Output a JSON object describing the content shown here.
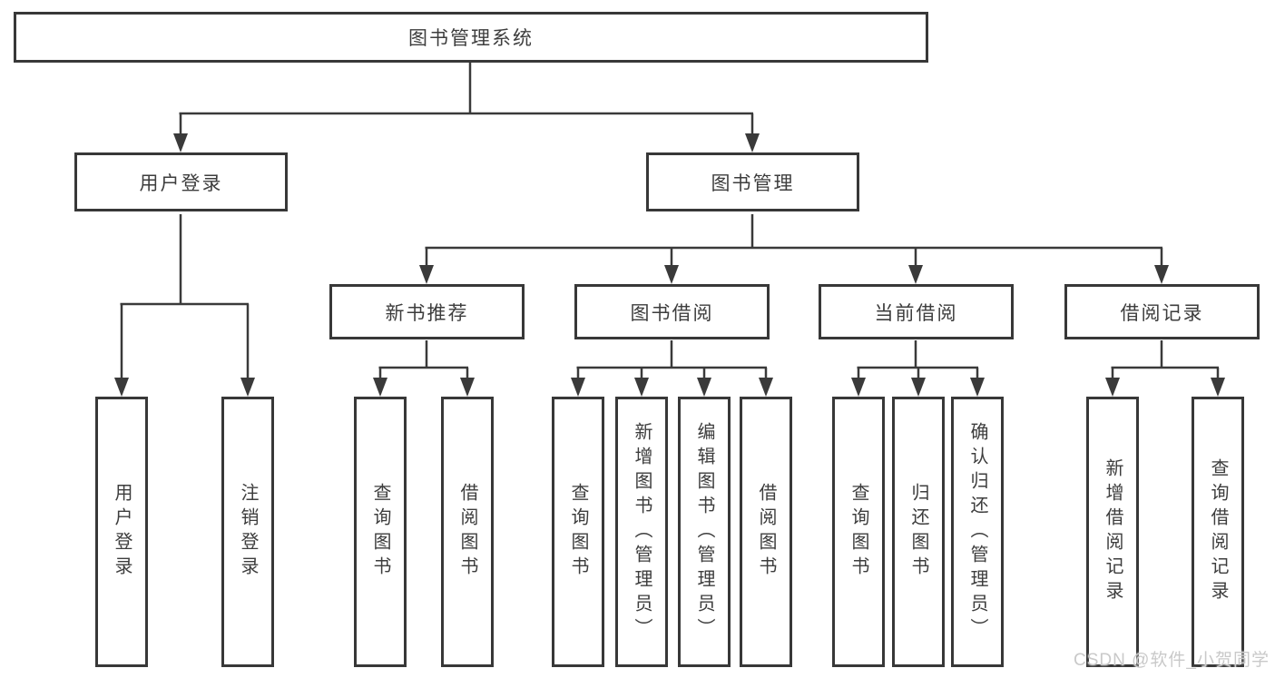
{
  "diagram": {
    "root": {
      "label": "图书管理系统"
    },
    "level2": [
      {
        "label": "用户登录"
      },
      {
        "label": "图书管理"
      }
    ],
    "level3": [
      {
        "label": "新书推荐"
      },
      {
        "label": "图书借阅"
      },
      {
        "label": "当前借阅"
      },
      {
        "label": "借阅记录"
      }
    ],
    "leaves": {
      "user": [
        "用户登录",
        "注销登录"
      ],
      "newbook": [
        "查询图书",
        "借阅图书"
      ],
      "borrow": [
        "查询图书",
        "新增图书（管理员）",
        "编辑图书（管理员）",
        "借阅图书"
      ],
      "current": [
        "查询图书",
        "归还图书",
        "确认归还（管理员）"
      ],
      "records": [
        "新增借阅记录",
        "查询借阅记录"
      ]
    }
  },
  "watermark": {
    "text": "CSDN @软件_小贺同学"
  },
  "colors": {
    "line": "#3a3a3a",
    "box_border": "#383838",
    "text": "#3d3d3d",
    "watermark": "#c9c9c9",
    "background": "#ffffff"
  }
}
